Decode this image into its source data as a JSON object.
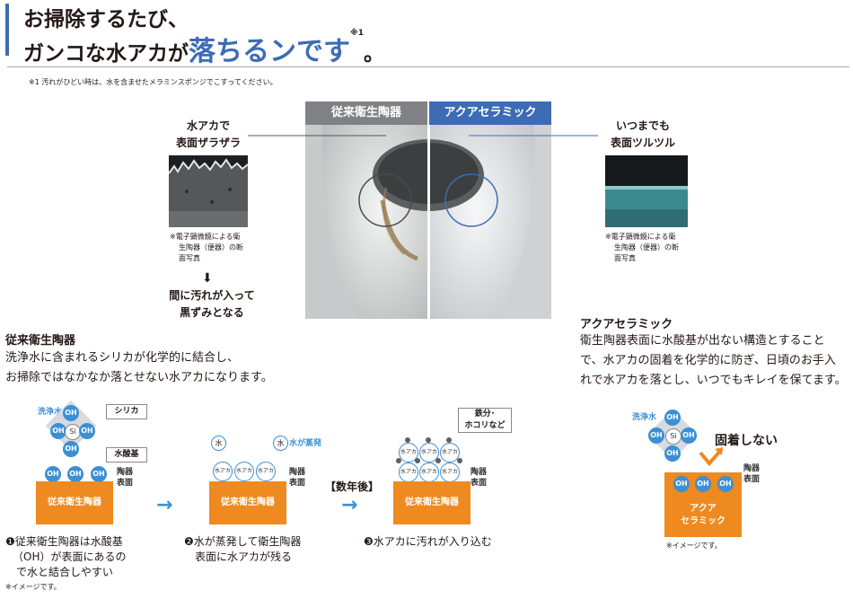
{
  "header": {
    "line1": "お掃除するたび、",
    "line2_pre": "ガンコな水アカが",
    "line2_em": "落ちるンです",
    "line2_sup": "※1",
    "line2_post": "。"
  },
  "footnote1": "※1 汚れがひどい時は、水を含ませたメラミンスポンジでこすってください。",
  "photo": {
    "left_tag": "従来衛生陶器",
    "right_tag": "アクアセラミック",
    "left_tag_color": "#7f8184",
    "right_tag_color": "#3d6cb5"
  },
  "left_callout": {
    "title_1": "水アカで",
    "title_2": "表面ザラザラ",
    "note_1": "※電子顕微鏡による衛",
    "note_2": "生陶器（便器）の断",
    "note_3": "面写真",
    "result_1": "間に汚れが入って",
    "result_2": "黒ずみとなる"
  },
  "right_callout": {
    "title_1": "いつまでも",
    "title_2": "表面ツルツル",
    "note_1": "※電子顕微鏡による衛",
    "note_2": "生陶器（便器）の断",
    "note_3": "面写真"
  },
  "conventional": {
    "title": "従来衛生陶器",
    "desc_1": "洗浄水に含まれるシリカが化学的に結合し、",
    "desc_2": "お掃除ではなかなか落とせない水アカになります。",
    "block_label": "従来衛生陶器",
    "surface_label_1": "陶器",
    "surface_label_2": "表面",
    "water_label": "洗浄水",
    "silica_label": "シリカ",
    "hydroxyl_label": "水酸基",
    "oh": "OH",
    "si": "Si",
    "water_char": "水",
    "evaporate_label": "水が蒸発",
    "aka": "水アカ",
    "years_label": "【数年後】",
    "dirt_label_1": "鉄分･",
    "dirt_label_2": "ホコリなど",
    "step1_1": "❶従来衛生陶器は水酸基",
    "step1_2": "（OH）が表面にあるの",
    "step1_3": "で水と結合しやすい",
    "step2_1": "❷水が蒸発して衛生陶器",
    "step2_2": "表面に水アカが残る",
    "step3": "❸水アカに汚れが入り込む",
    "image_note": "※イメージです。"
  },
  "aqua": {
    "title": "アクアセラミック",
    "desc_1": "衛生陶器表面に水酸基が出ない構造とすること",
    "desc_2": "で、水アカの固着を化学的に防ぎ、日頃のお手入",
    "desc_3": "れで水アカを落とし、いつでもキレイを保てます。",
    "water_label": "洗浄水",
    "no_stick": "固着しない",
    "surface_label_1": "陶器",
    "surface_label_2": "表面",
    "block_1": "アクア",
    "block_2": "セラミック",
    "oh": "OH",
    "si": "Si",
    "image_note": "※イメージです。"
  },
  "colors": {
    "accent_blue": "#3d6cb5",
    "oh_blue": "#3b8fd4",
    "ceramic_orange": "#ee8a20",
    "stain_brown": "#8a6a3a"
  }
}
